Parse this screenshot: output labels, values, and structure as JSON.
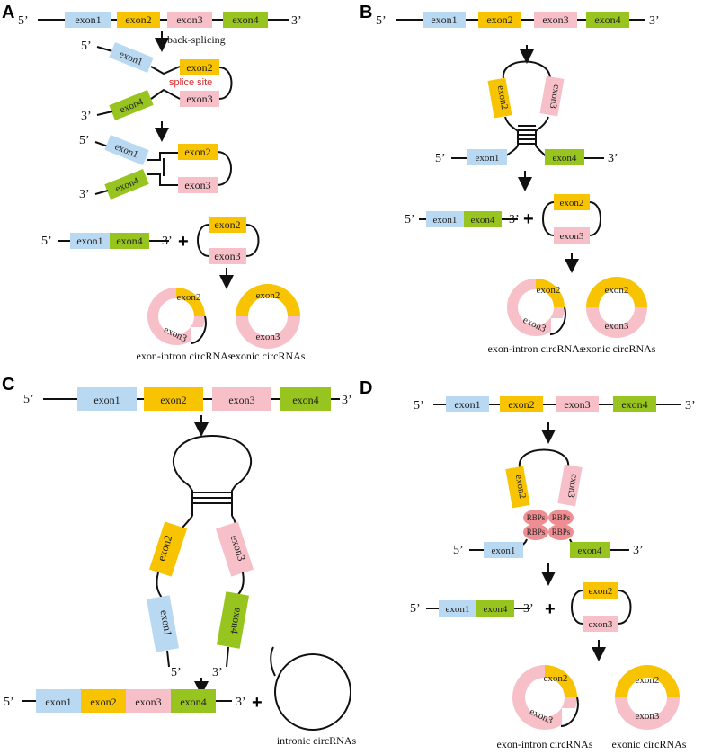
{
  "colors": {
    "exon1": "#b9d8f2",
    "exon2": "#f8c300",
    "exon3": "#f7bfc8",
    "exon4": "#97c41e",
    "rbp": "#ef8e92",
    "splice": "#d8282a"
  },
  "panels": {
    "a": "A",
    "b": "B",
    "c": "C",
    "d": "D"
  },
  "ends": {
    "five": "5’",
    "three": "3’"
  },
  "exons": {
    "e1": "exon1",
    "e2": "exon2",
    "e3": "exon3",
    "e4": "exon4"
  },
  "labels": {
    "back_splicing": "back-splicing",
    "splice_site": "splice site",
    "exon_intron": "exon-intron circRNAs",
    "exonic": "exonic circRNAs",
    "intronic": "intronic circRNAs",
    "rbp": "RBPs",
    "plus": "+"
  }
}
